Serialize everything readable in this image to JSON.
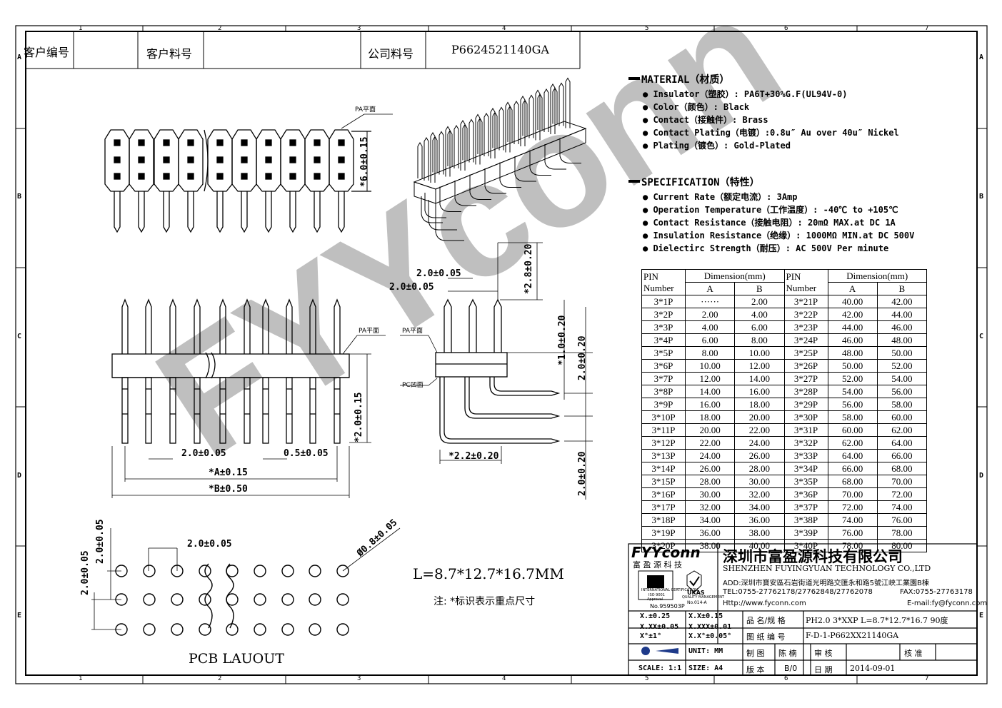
{
  "border": {
    "col_labels": [
      "1",
      "2",
      "3",
      "4",
      "5",
      "6",
      "7"
    ],
    "row_labels": [
      "A",
      "B",
      "C",
      "D",
      "E"
    ]
  },
  "header": {
    "customer_no_label": "客户编号",
    "customer_part_label": "客户料号",
    "company_part_label": "公司料号",
    "company_part_value": "P6624521140GA"
  },
  "material": {
    "heading": "MATERIAL（材质）",
    "items": [
      "Insulator（塑胶）: PA6T+30%G.F(UL94V-0)",
      "Color（颜色）: Black",
      "Contact（接触件）: Brass",
      "Contact Plating（电镀）:0.8u″ Au  over 40u″ Nickel",
      "Plating（镀色）: Gold-Plated"
    ]
  },
  "specification": {
    "heading": "SPECIFICATION（特性）",
    "items": [
      "Current Rate（额定电流）:  3Amp",
      "Operation Temperature（工作温度）: -40℃ to +105℃",
      "Contact Resistance（接触电阻）: 20mΩ MAX.at DC 1A",
      "Insulation Resistance（绝缘）: 1000MΩ MIN.at DC 500V",
      "Dielectirc Strength（耐压）: AC 500V Per minute"
    ]
  },
  "dimension_table": {
    "headers": {
      "pin": "PIN",
      "number": "Number",
      "dimension": "Dimension(mm)",
      "a": "A",
      "b": "B"
    },
    "left": [
      [
        "3*1P",
        "······",
        "2.00"
      ],
      [
        "3*2P",
        "2.00",
        "4.00"
      ],
      [
        "3*3P",
        "4.00",
        "6.00"
      ],
      [
        "3*4P",
        "6.00",
        "8.00"
      ],
      [
        "3*5P",
        "8.00",
        "10.00"
      ],
      [
        "3*6P",
        "10.00",
        "12.00"
      ],
      [
        "3*7P",
        "12.00",
        "14.00"
      ],
      [
        "3*8P",
        "14.00",
        "16.00"
      ],
      [
        "3*9P",
        "16.00",
        "18.00"
      ],
      [
        "3*10P",
        "18.00",
        "20.00"
      ],
      [
        "3*11P",
        "20.00",
        "22.00"
      ],
      [
        "3*12P",
        "22.00",
        "24.00"
      ],
      [
        "3*13P",
        "24.00",
        "26.00"
      ],
      [
        "3*14P",
        "26.00",
        "28.00"
      ],
      [
        "3*15P",
        "28.00",
        "30.00"
      ],
      [
        "3*16P",
        "30.00",
        "32.00"
      ],
      [
        "3*17P",
        "32.00",
        "34.00"
      ],
      [
        "3*18P",
        "34.00",
        "36.00"
      ],
      [
        "3*19P",
        "36.00",
        "38.00"
      ],
      [
        "3*20P",
        "38.00",
        "40.00"
      ]
    ],
    "right": [
      [
        "3*21P",
        "40.00",
        "42.00"
      ],
      [
        "3*22P",
        "42.00",
        "44.00"
      ],
      [
        "3*23P",
        "44.00",
        "46.00"
      ],
      [
        "3*24P",
        "46.00",
        "48.00"
      ],
      [
        "3*25P",
        "48.00",
        "50.00"
      ],
      [
        "3*26P",
        "50.00",
        "52.00"
      ],
      [
        "3*27P",
        "52.00",
        "54.00"
      ],
      [
        "3*28P",
        "54.00",
        "56.00"
      ],
      [
        "3*29P",
        "56.00",
        "58.00"
      ],
      [
        "3*30P",
        "58.00",
        "60.00"
      ],
      [
        "3*31P",
        "60.00",
        "62.00"
      ],
      [
        "3*32P",
        "62.00",
        "64.00"
      ],
      [
        "3*33P",
        "64.00",
        "66.00"
      ],
      [
        "3*34P",
        "66.00",
        "68.00"
      ],
      [
        "3*35P",
        "68.00",
        "70.00"
      ],
      [
        "3*36P",
        "70.00",
        "72.00"
      ],
      [
        "3*37P",
        "72.00",
        "74.00"
      ],
      [
        "3*38P",
        "74.00",
        "76.00"
      ],
      [
        "3*39P",
        "76.00",
        "78.00"
      ],
      [
        "3*40P",
        "78.00",
        "80.00"
      ]
    ]
  },
  "drawing_labels": {
    "pa_plane": "PA平面",
    "pc_concave": "PC凹面",
    "top_height": "*6.0±0.15",
    "pitch_a": "2.0±0.05",
    "pitch_b": "0.5±0.05",
    "dim_a": "*A±0.15",
    "dim_b": "*B±0.50",
    "tail_len": "*2.0±0.15",
    "side_pitch1": "2.0±0.05",
    "side_pitch2": "2.0±0.05",
    "side_top": "*2.8±0.20",
    "side_mid": "*1.0±0.20",
    "side_body": "2.0±0.20",
    "side_bottom": "2.0±0.20",
    "side_tail": "*2.2±0.20",
    "pcb_pitch": "2.0±0.05",
    "pcb_v1": "2.0±0.05",
    "pcb_v2": "2.0±0.05",
    "hole": "Ø0.8±0.05",
    "pcb_layout": "PCB LAUOUT",
    "length_spec": "L=8.7*12.7*16.7MM",
    "note": "注: *标识表示重点尺寸"
  },
  "title_block": {
    "logo": "FYYconn",
    "logo_cn": "富 盈 源 科 技",
    "company_cn": "深圳市富盈源科技有限公司",
    "company_en": "SHENZHEN FUYINGYUAN TECHNOLOGY CO.,LTD",
    "address": "ADD:深圳市寶安區石岩街道光明路交匯永和路5號江峡工業園B棟",
    "tel": "TEL:0755-27762178/27762848/27762078",
    "fax": "FAX:0755-27763178",
    "http": "Http://www.fyconn.com",
    "email": "E-mail:fy@fyconn.com",
    "cert_no": "No.959503P",
    "cert1": "INTERNATIONAL CERTIFICATION",
    "cert_iso": "ISO 9001",
    "cert_approved": "Approval",
    "ukas": "UKAS",
    "ukas_sub": "QUALITY MANAGEMENT",
    "ukas_no": "No.014-A",
    "tol1": "X.±0.25",
    "tol2": "X.X±0.15",
    "tol3": "X.XX±0.05",
    "tol4": "X.XXX±0.01",
    "tol5": "X°±1°",
    "tol6": "X.X°±0.05°",
    "unit": "UNIT: MM",
    "scale": "SCALE: 1:1",
    "size": "SIZE: A4",
    "name_label": "品 名/规 格",
    "name_value": "PH2.0 3*XXP L=8.7*12.7*16.7 90度",
    "drawing_no_label": "图 纸 编 号",
    "drawing_no_value": "F-D-1-P662XX21140GA",
    "draw_label": "制 图",
    "draw_value": "陈 楠",
    "check_label": "审 核",
    "approve_label": "核 准",
    "version_label": "版 本",
    "version_value": "B/0",
    "date_label": "日 期",
    "date_value": "2014-09-01"
  },
  "watermark": "FYYconn"
}
